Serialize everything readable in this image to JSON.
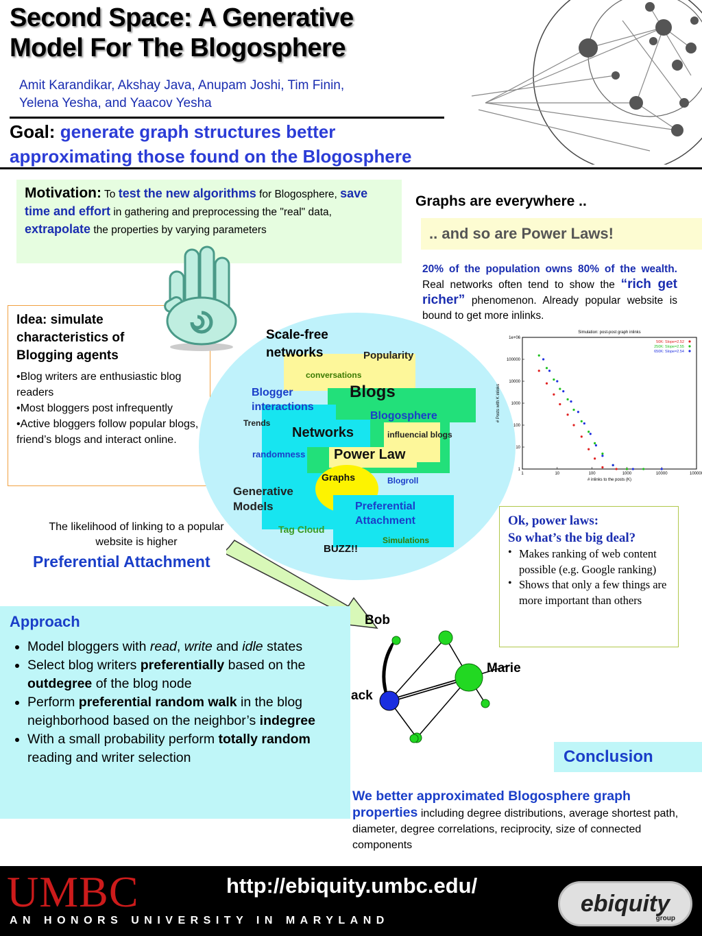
{
  "header": {
    "title_line1": "Second Space: A Generative",
    "title_line2": "Model For The Blogosphere",
    "authors_line1": "Amit Karandikar, Akshay Java, Anupam Joshi, Tim Finin,",
    "authors_line2": "Yelena Yesha, and Yaacov Yesha"
  },
  "goal": {
    "label": "Goal:",
    "text_line1": "generate graph structures better",
    "text_line2": "approximating those found on the Blogosphere"
  },
  "motivation": {
    "heading": "Motivation:",
    "t1": "To",
    "b1": "test the new algorithms",
    "t2": "for Blogosphere,",
    "b2": "save time and effort",
    "t3": "in gathering and preprocessing the \"real\" data,",
    "b3": "extrapolate",
    "t4": "the properties by varying parameters"
  },
  "idea": {
    "heading": "Idea: simulate characteristics of Blogging agents",
    "items": [
      "•Blog writers are enthusiastic blog readers",
      "•Most bloggers post infrequently",
      "•Active bloggers follow popular blogs, friend’s blogs and interact online."
    ]
  },
  "cloud": {
    "scale_free": "Scale-free networks",
    "popularity": "Popularity",
    "conversations": "conversations",
    "blogs": "Blogs",
    "blogger_interactions": "Blogger interactions",
    "blogosphere": "Blogosphere",
    "trends": "Trends",
    "networks": "Networks",
    "influencial": "influencial blogs",
    "randomness": "randomness",
    "power_law": "Power Law",
    "graphs": "Graphs",
    "blogroll": "Blogroll",
    "generative": "Generative Models",
    "preferential": "Preferential Attachment",
    "tag_cloud": "Tag Cloud",
    "simulations": "Simulations",
    "buzz": "BUZZ!!"
  },
  "right": {
    "graphs_everywhere": "Graphs are everywhere ..",
    "power_laws": ".. and so are Power Laws!",
    "wealth_bold": "20% of the population owns 80% of the wealth.",
    "wealth_t1": "Real networks often tend to show the",
    "rich": "“rich get richer”",
    "wealth_t2": "phenomenon. Already popular website is bound to get more inlinks."
  },
  "chart_data": {
    "type": "scatter",
    "title": "Simulation: post-post graph inlinks",
    "xlabel": "# inlinks to the posts (K)",
    "ylabel": "# Posts with K inlinks",
    "xscale": "log",
    "yscale": "log",
    "xlim": [
      1,
      100000
    ],
    "ylim": [
      1,
      1000000
    ],
    "x_ticks": [
      "1",
      "10",
      "100",
      "1000",
      "10000",
      "100000"
    ],
    "y_ticks": [
      "1",
      "10",
      "100",
      "1000",
      "10000",
      "100000",
      "1e+06"
    ],
    "legend_position": "top-right",
    "series": [
      {
        "name": "50K: Slope=2.52",
        "color": "#e02020",
        "points": [
          [
            3,
            30000
          ],
          [
            5,
            8000
          ],
          [
            8,
            2500
          ],
          [
            12,
            900
          ],
          [
            20,
            300
          ],
          [
            30,
            100
          ],
          [
            50,
            30
          ],
          [
            80,
            8
          ],
          [
            120,
            3
          ],
          [
            200,
            1.2
          ],
          [
            500,
            1
          ],
          [
            1000,
            1
          ]
        ]
      },
      {
        "name": "250K: Slope=2.55",
        "color": "#20c020",
        "points": [
          [
            3,
            150000
          ],
          [
            5,
            40000
          ],
          [
            8,
            12000
          ],
          [
            12,
            4500
          ],
          [
            20,
            1500
          ],
          [
            30,
            500
          ],
          [
            50,
            150
          ],
          [
            80,
            50
          ],
          [
            120,
            15
          ],
          [
            200,
            5
          ],
          [
            400,
            1.5
          ],
          [
            1000,
            1
          ],
          [
            3000,
            1
          ]
        ]
      },
      {
        "name": "650K: Slope=2.54",
        "color": "#2030e0",
        "points": [
          [
            4,
            100000
          ],
          [
            6,
            30000
          ],
          [
            10,
            10000
          ],
          [
            15,
            3500
          ],
          [
            25,
            1200
          ],
          [
            40,
            400
          ],
          [
            60,
            120
          ],
          [
            90,
            40
          ],
          [
            130,
            12
          ],
          [
            200,
            4
          ],
          [
            400,
            1.5
          ],
          [
            1500,
            1
          ],
          [
            10000,
            1
          ]
        ]
      }
    ]
  },
  "okbox": {
    "heading_line1": "Ok, power laws:",
    "heading_line2": "So what’s the big deal?",
    "items": [
      "Makes ranking of web content possible (e.g. Google ranking)",
      "Shows that only a few things are more important than others"
    ]
  },
  "pref": {
    "likelihood": "The likelihood of linking to a popular website is higher",
    "label": "Preferential Attachment"
  },
  "graph": {
    "bob": "Bob",
    "marie": "Marie",
    "jack": "ack"
  },
  "approach": {
    "heading": "Approach",
    "i1_a": "Model bloggers with",
    "i1_read": "read",
    "i1_write": "write",
    "i1_and": "and",
    "i1_idle": "idle",
    "i1_b": "states",
    "i2_a": "Select blog writers",
    "i2_bold": "preferentially",
    "i2_b": "based on the",
    "i2_bold2": "outdegree",
    "i2_c": "of the blog node",
    "i3_a": "Perform",
    "i3_bold": "preferential random walk",
    "i3_b": "in the blog neighborhood based on the neighbor’s",
    "i3_bold2": "indegree",
    "i4_a": "With a small probability perform",
    "i4_bold": "totally random",
    "i4_b": "reading and writer selection"
  },
  "conclusion": {
    "heading": "Conclusion",
    "bold": "We better approximated Blogosphere graph properties",
    "text": "including degree distributions, average shortest path, diameter, degree correlations, reciprocity, size of connected components"
  },
  "footer": {
    "umbc": "UMBC",
    "honors": "AN HONORS UNIVERSITY IN MARYLAND",
    "url": "http://ebiquity.umbc.edu/",
    "ebiquity": "ebiquity",
    "group": "group"
  }
}
